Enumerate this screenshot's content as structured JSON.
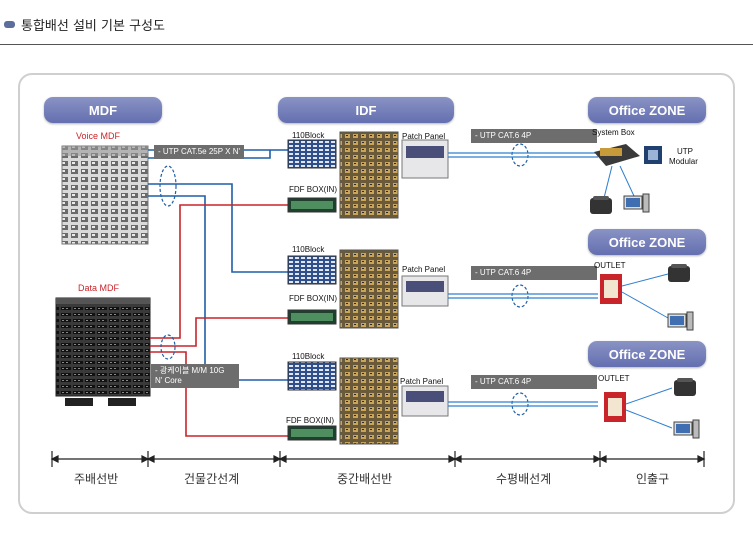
{
  "header": {
    "title": "통합배선 설비 기본 구성도"
  },
  "sections": {
    "mdf": "MDF",
    "idf": "IDF",
    "office_zone": "Office ZONE"
  },
  "labels": {
    "voice_mdf": "Voice MDF",
    "data_mdf": "Data MDF",
    "block_110": "110Block",
    "fdf_box": "FDF BOX(IN)",
    "patch_panel": "Patch Panel",
    "system_box": "System Box",
    "utp_modular_1": "UTP",
    "utp_modular_2": "Modular",
    "outlet": "OUTLET"
  },
  "cables": {
    "utp_backbone": "-  UTP CAT.5e 25P X   N'",
    "fiber_1": "-  광케이블 M/M 10G",
    "fiber_2": "N' Core",
    "utp_horizontal": "-  UTP CAT.6 4P"
  },
  "stages": [
    "주배선반",
    "건물간선계",
    "중간배선반",
    "수평배선계",
    "인출구"
  ],
  "colors": {
    "backbone_blue": "#1f5fa8",
    "fiber_red": "#c8242a",
    "horizontal_blue": "#2f7fd0",
    "pill": "#6f78b8"
  }
}
